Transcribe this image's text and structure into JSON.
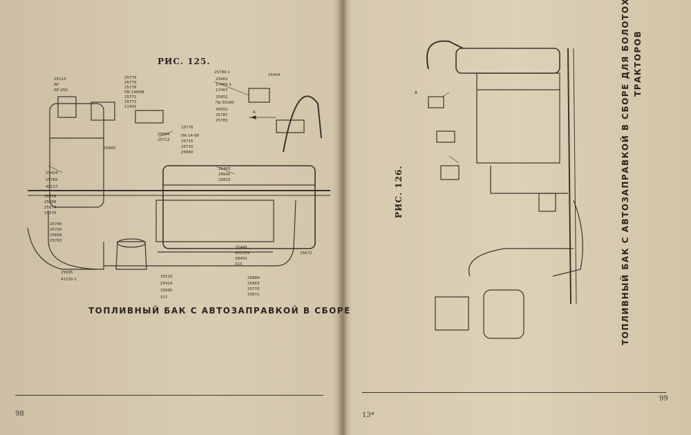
{
  "left_page": {
    "figure_label": "РИС. 125.",
    "caption": "ТОПЛИВНЫЙ БАК С АВТОЗАПРАВКОЙ В СБОРЕ",
    "page_number": "98",
    "parts_upper_left": [
      "25113",
      "АР",
      "КР-250"
    ],
    "parts_top_center": [
      "25779",
      "25775",
      "25778",
      "ПК-14М48",
      "25771",
      "25773",
      "11401"
    ],
    "parts_top_right_box": [
      "25789-1",
      "25962",
      "17465-1",
      "17467",
      "25952",
      "Пр-50х80",
      "40552",
      "25787",
      "25785"
    ],
    "part_top_right_single": "25454",
    "section_marker": "А",
    "parts_mid_center": [
      "25776",
      "25884",
      "25713",
      "ПК-14-06",
      "25715",
      "25710",
      "25880"
    ],
    "part_mid_left": "25665",
    "parts_tank_label": [
      "25463",
      "25645",
      "25833"
    ],
    "parts_left_column": [
      "25424",
      "25765",
      "40127"
    ],
    "parts_left_lower": [
      "25676",
      "25688",
      "25574",
      "25576"
    ],
    "parts_left_bottom": [
      "25740",
      "25720",
      "25699",
      "25763"
    ],
    "parts_bottom_left": [
      "25695",
      "41130-1"
    ],
    "parts_bottom_center": [
      "25510",
      "25414",
      "25695",
      "317"
    ],
    "parts_bottom_right_upper": [
      "25448",
      "401159",
      "28453",
      "315"
    ],
    "parts_bottom_right_lower": [
      "25884",
      "25863",
      "25770",
      "25671"
    ],
    "part_right_edge": "25672"
  },
  "right_page": {
    "figure_label": "РИС. 126.",
    "caption_line1": "ТОПЛИВНЫЙ БАК С АВТОЗАПРАВКОЙ В СБОРЕ ДЛЯ БОЛОТОХОДНЫХ",
    "caption_line2": "ТРАКТОРОВ",
    "page_number": "99",
    "signature_mark": "13*",
    "section_marker": "А"
  }
}
